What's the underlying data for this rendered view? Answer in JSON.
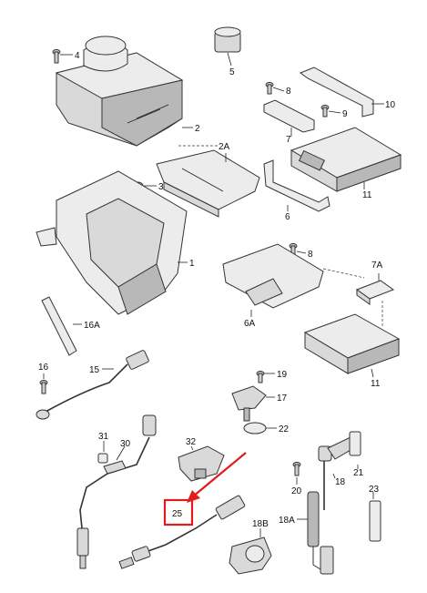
{
  "diagram": {
    "colors": {
      "highlight": "#e31b1b",
      "outline": "#333333",
      "fill": "#d9d9d9"
    },
    "labels": {
      "p1": "1",
      "p2": "2",
      "p2a": "2A",
      "p3": "3",
      "p4": "4",
      "p5": "5",
      "p6": "6",
      "p6a": "6A",
      "p7": "7",
      "p7a": "7A",
      "p8a": "8",
      "p8b": "8",
      "p9": "9",
      "p10": "10",
      "p11a": "11",
      "p11b": "11",
      "p15": "15",
      "p16": "16",
      "p16a": "16A",
      "p17": "17",
      "p18": "18",
      "p18a": "18A",
      "p18b": "18B",
      "p19": "19",
      "p20": "20",
      "p21": "21",
      "p22": "22",
      "p23": "23",
      "p25": "25",
      "p30": "30",
      "p31": "31",
      "p32": "32"
    }
  }
}
